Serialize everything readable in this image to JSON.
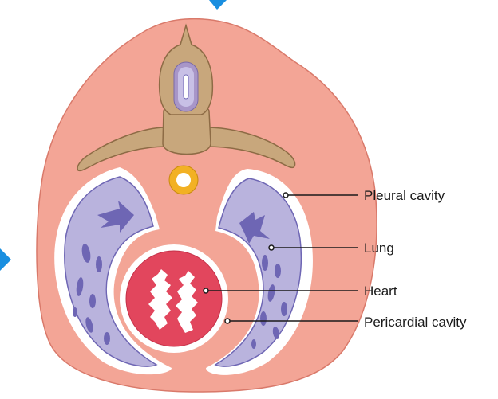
{
  "labels": {
    "pleural": "Pleural cavity",
    "lung": "Lung",
    "heart": "Heart",
    "pericardial": "Pericardial cavity"
  },
  "colors": {
    "body": "#f3a596",
    "body_outline": "#d9796a",
    "bone": "#c8a77c",
    "bone_outline": "#8d6b45",
    "cord": "#b9b3dd",
    "lung": "#b9b3dd",
    "lung_dark": "#6e66b4",
    "cavity": "#ffffff",
    "heart": "#e2465d",
    "esophagus": "#f2b124",
    "arrow": "#1a8fe0"
  }
}
